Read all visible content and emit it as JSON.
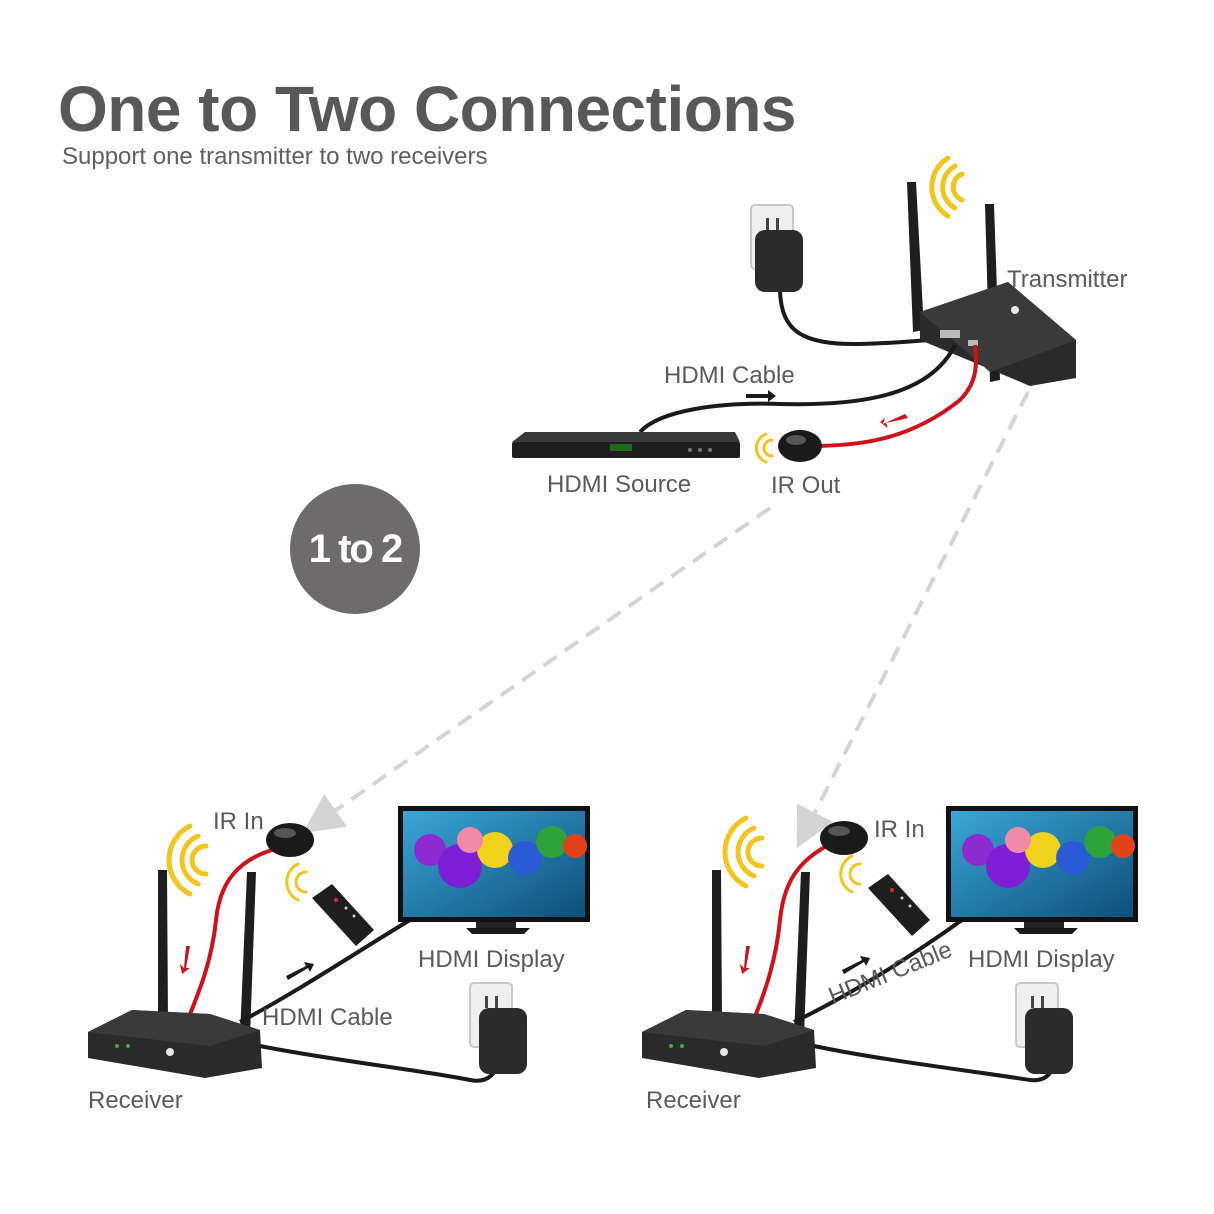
{
  "header": {
    "title": "One to Two Connections",
    "subtitle": "Support one transmitter to two receivers"
  },
  "badge": {
    "text": "1 to 2"
  },
  "transmitter": {
    "label": "Transmitter",
    "hdmi_cable_label": "HDMI Cable",
    "source_label": "HDMI Source",
    "ir_out_label": "IR Out"
  },
  "receiver_left": {
    "label": "Receiver",
    "ir_in_label": "IR In",
    "display_label": "HDMI Display",
    "hdmi_cable_label": "HDMI Cable"
  },
  "receiver_right": {
    "label": "Receiver",
    "ir_in_label": "IR In",
    "display_label": "HDMI Display",
    "hdmi_cable_label": "HDMI Cable"
  },
  "colors": {
    "device": "#262626",
    "cable": "#1a1a1a",
    "ir_cable": "#d0101a",
    "wifi_waves": "#f2c51c",
    "dashed_link": "#d4d4d4",
    "badge": "#6d6b6c"
  }
}
